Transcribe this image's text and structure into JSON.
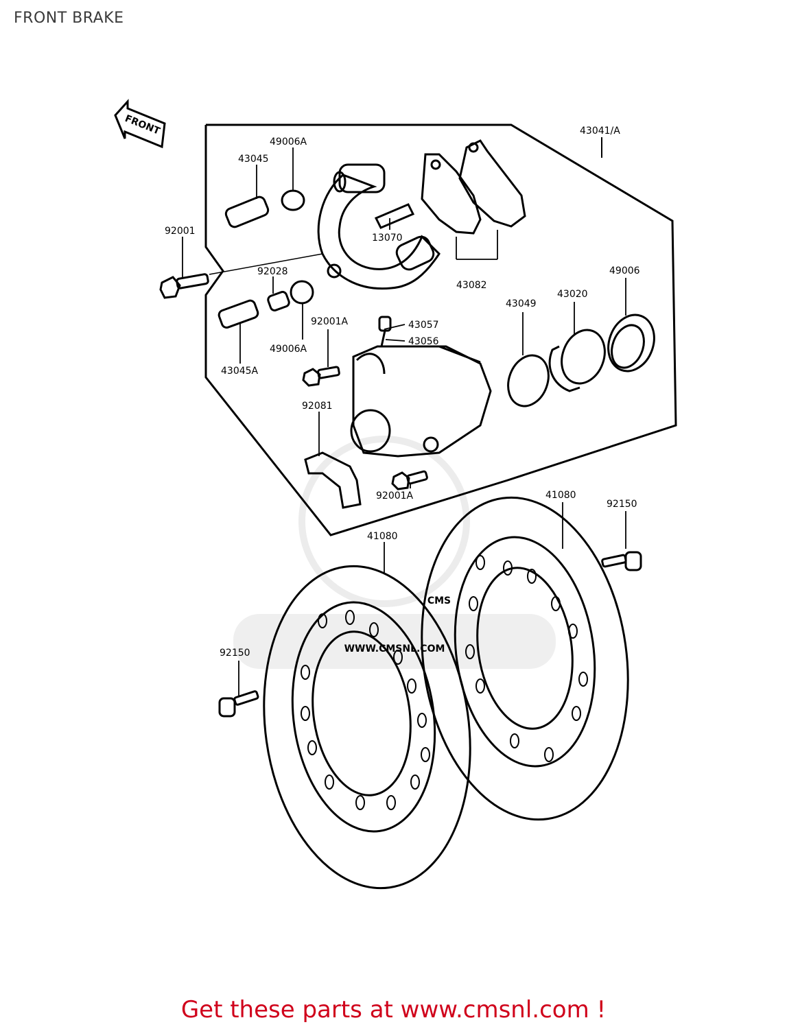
{
  "page": {
    "title": "FRONT BRAKE"
  },
  "front_arrow": {
    "label": "FRONT"
  },
  "parts": {
    "caliper_assembly": "43041/A",
    "bolt_top": "49006A",
    "pin_top": "43045",
    "bolt_main": "92001",
    "pad_spring": "13070",
    "pads": "43082",
    "collar": "92028",
    "pin_lower": "43045A",
    "boot_lower": "49006A",
    "bolt_mid": "92001A",
    "bleeder_cap": "43057",
    "bleeder_valve": "43056",
    "seal": "43049",
    "piston": "43020",
    "dust_seal": "49006",
    "pad_clip": "92081",
    "bolt_bottom": "92001A",
    "disc_right": "41080",
    "disc_left": "41080",
    "screw_right": "92150",
    "screw_left": "92150"
  },
  "watermark": {
    "brand": "CMS",
    "url": "WWW.CMSNL.COM"
  },
  "footer": {
    "text": "Get these parts at www.cmsnl.com !"
  },
  "colors": {
    "footer": "#d0021b",
    "line": "#000000",
    "watermark": "#e6e6e6"
  }
}
